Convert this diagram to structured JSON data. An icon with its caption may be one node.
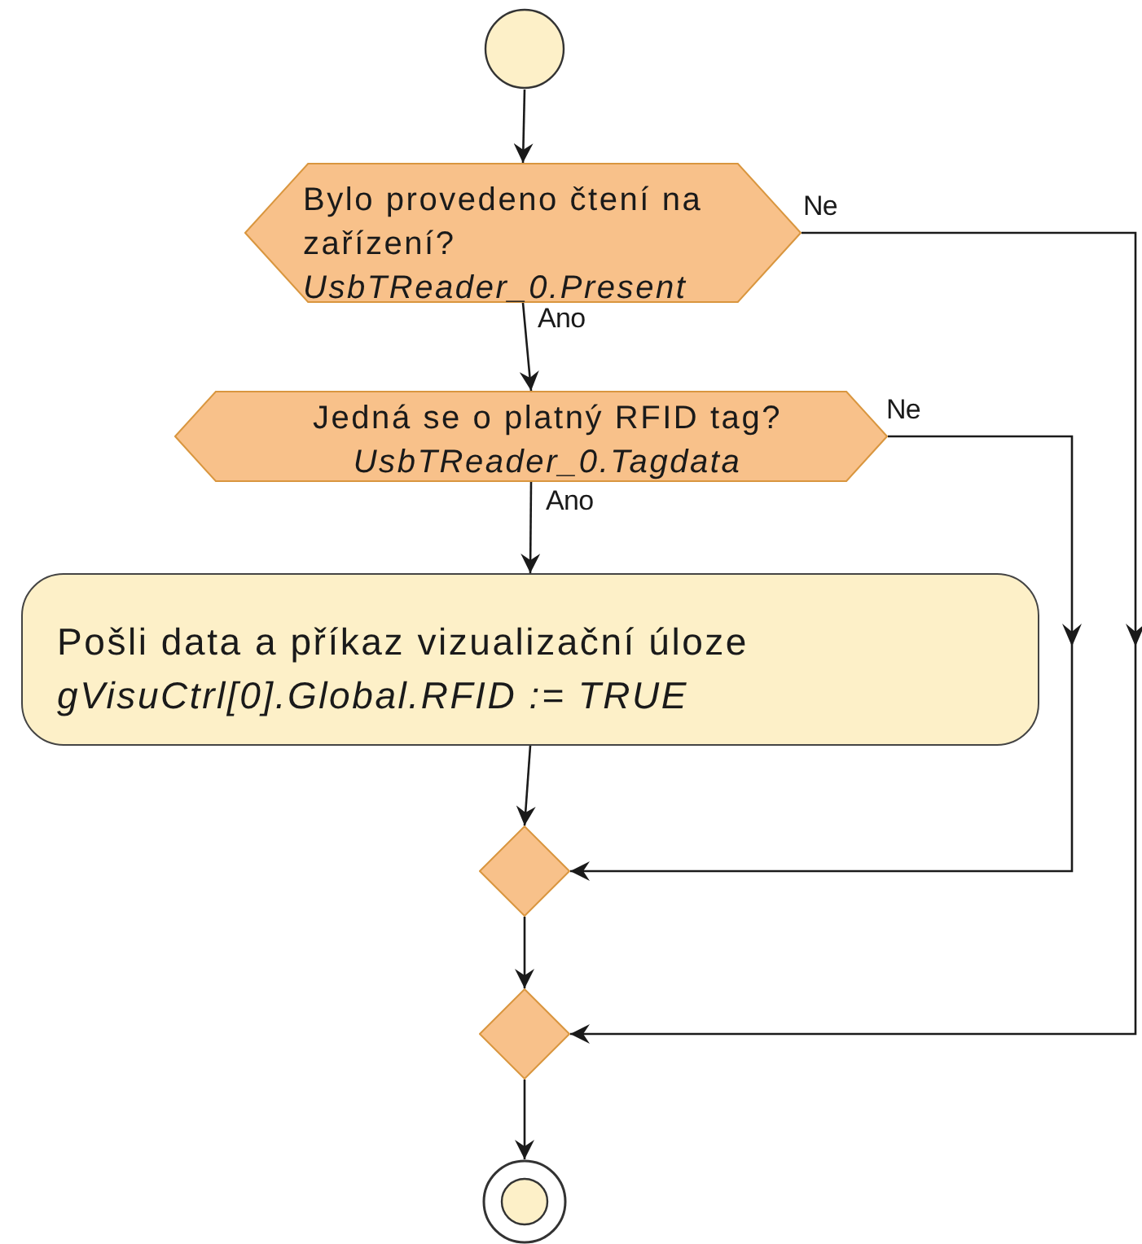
{
  "diagram": {
    "nodes": [
      {
        "text": [],
        "shape": "circle"
      },
      {
        "text": [
          "Bylo provedeno čtení na zařízení?",
          "UsbTReader_0.Present"
        ]
      },
      {
        "text": [
          "Jedná se o platný RFID tag?",
          "UsbTReader_0.Tagdata"
        ]
      },
      {
        "text": [
          "Pošli data a příkaz vizualizační úloze",
          "gVisuCtrl[0].Global.RFID := TRUE"
        ]
      },
      {
        "text": [],
        "shape": "diamond"
      },
      {
        "text": [],
        "shape": "diamond"
      },
      {
        "text": [],
        "shape": "circle"
      }
    ],
    "edges": [
      {
        "from": 0,
        "to": 1,
        "arrow": "to"
      },
      {
        "from": 1,
        "to": 2,
        "arrow": "to",
        "label": "Ano"
      },
      {
        "from": 1,
        "to": 5,
        "arrow": "to",
        "label": "Ne"
      },
      {
        "from": 2,
        "to": 3,
        "arrow": "to",
        "label": "Ano"
      },
      {
        "from": 2,
        "to": 4,
        "arrow": "to",
        "label": "Ne"
      },
      {
        "from": 3,
        "to": 4,
        "arrow": "to"
      },
      {
        "from": 4,
        "to": 5,
        "arrow": "to"
      },
      {
        "from": 5,
        "to": 6,
        "arrow": "to"
      }
    ]
  }
}
